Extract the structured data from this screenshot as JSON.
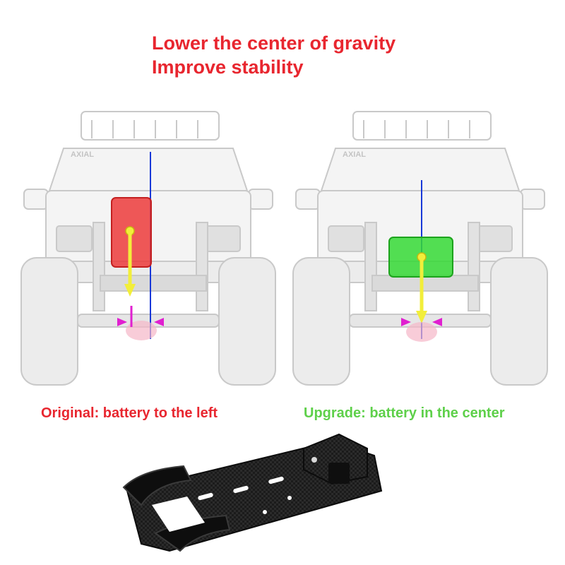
{
  "headline": {
    "line1": "Lower the center of gravity",
    "line2": "Improve stability"
  },
  "captions": {
    "original": "Original: battery to the left",
    "upgrade": "Upgrade: battery in the center"
  },
  "vehicle_logo": "AXIAL",
  "colors": {
    "headline": "#e8262f",
    "original_caption": "#e8262f",
    "upgrade_caption": "#5ed04a",
    "battery_original": "#ec3b3b",
    "battery_upgrade": "#35d935",
    "gravity_arrow": "#f2ee3a",
    "center_line": "#1838d8",
    "offset_marker": "#e020d0",
    "tray": "#1b1b1b"
  },
  "icons": [
    "truck-front-illustration",
    "gravity-arrow-icon",
    "offset-marker-icon",
    "carbon-battery-tray"
  ]
}
